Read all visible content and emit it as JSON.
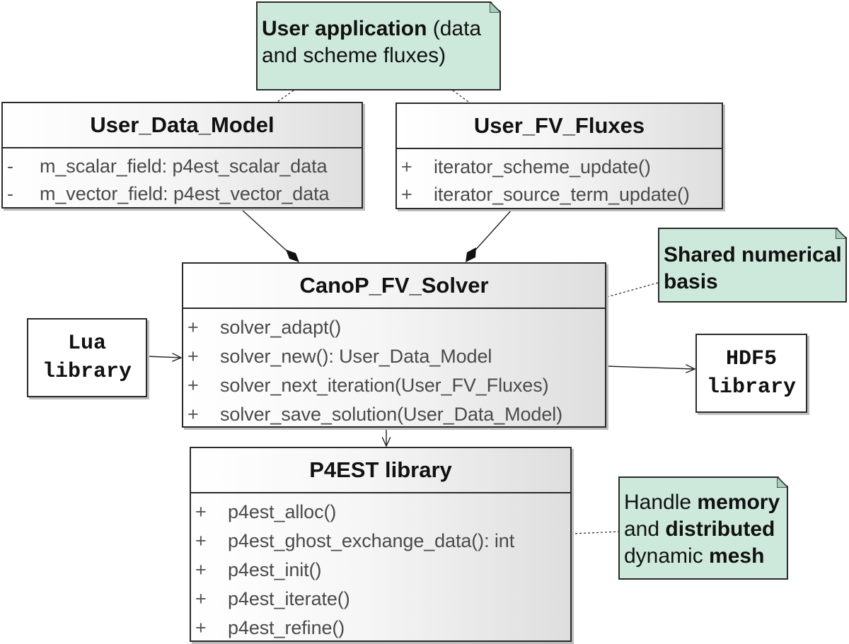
{
  "notes": {
    "user_application": {
      "bold": "User application",
      "rest": " (data and scheme fluxes)"
    },
    "shared_basis": {
      "bold": "Shared numerical basis"
    },
    "handle_memory": {
      "line1_plain": "Handle ",
      "line1_bold": "memory",
      "line2_plain": "and ",
      "line2_bold": "distributed",
      "line3_plain": "dynamic ",
      "line3_bold": "mesh"
    }
  },
  "user_data_model": {
    "name": "User_Data_Model",
    "members": [
      {
        "vis": "-",
        "sig": "m_scalar_field: p4est_scalar_data"
      },
      {
        "vis": "-",
        "sig": "m_vector_field: p4est_vector_data"
      }
    ]
  },
  "user_fv_fluxes": {
    "name": "User_FV_Fluxes",
    "members": [
      {
        "vis": "+",
        "sig": "iterator_scheme_update()"
      },
      {
        "vis": "+",
        "sig": "iterator_source_term_update()"
      }
    ]
  },
  "canop_fv_solver": {
    "name": "CanoP_FV_Solver",
    "members": [
      {
        "vis": "+",
        "sig": "solver_adapt()"
      },
      {
        "vis": "+",
        "sig": "solver_new(): User_Data_Model"
      },
      {
        "vis": "+",
        "sig": "solver_next_iteration(User_FV_Fluxes)"
      },
      {
        "vis": "+",
        "sig": "solver_save_solution(User_Data_Model)"
      }
    ]
  },
  "p4est_library": {
    "name": "P4EST library",
    "members": [
      {
        "vis": "+",
        "sig": "p4est_alloc()"
      },
      {
        "vis": "+",
        "sig": "p4est_ghost_exchange_data(): int"
      },
      {
        "vis": "+",
        "sig": "p4est_init()"
      },
      {
        "vis": "+",
        "sig": "p4est_iterate()"
      },
      {
        "vis": "+",
        "sig": "p4est_refine()"
      }
    ]
  },
  "lua_library": {
    "line1": "Lua",
    "line2": "library"
  },
  "hdf5_library": {
    "line1": "HDF5",
    "line2": "library"
  },
  "colors": {
    "note_fill": "#cde9dc",
    "border": "#2a2a2a",
    "text_member": "#4a4a4a"
  }
}
